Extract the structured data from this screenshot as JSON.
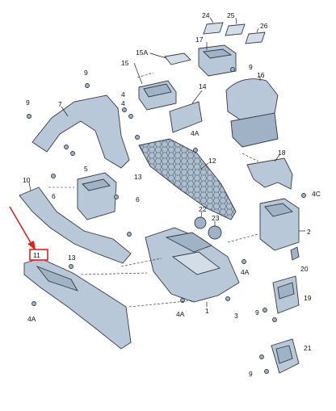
{
  "highlight_color": "#e02020",
  "part_fill": "#b9c8d8",
  "labels": {
    "l24": "24",
    "l25": "25",
    "l17": "17",
    "l26": "26",
    "l15A": "15A",
    "l15": "15",
    "l9a": "9",
    "l16": "16",
    "l9b": "9",
    "l4a": "4",
    "l4b": "4",
    "l14": "14",
    "l7": "7",
    "l9c": "9",
    "l4A1": "4A",
    "l12": "12",
    "l13a": "13",
    "l5": "5",
    "l6a": "6",
    "l6b": "6",
    "l10": "10",
    "l18": "18",
    "l4C": "4C",
    "l22": "22",
    "l23": "23",
    "l2": "2",
    "l20": "20",
    "l11": "11",
    "l13b": "13",
    "l4A2": "4A",
    "l4A3": "4A",
    "l1": "1",
    "l3": "3",
    "l9d": "9",
    "l19": "19",
    "l21": "21",
    "l9e": "9",
    "l4A4": "4A"
  }
}
